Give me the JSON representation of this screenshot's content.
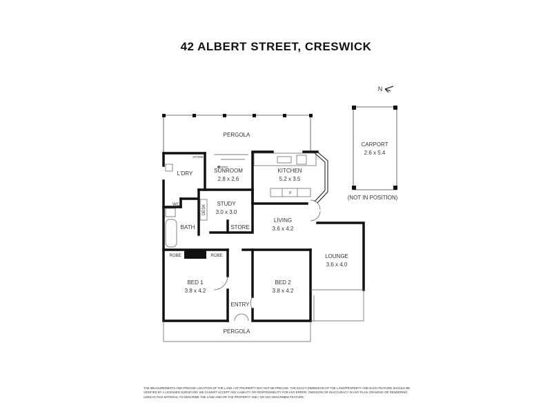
{
  "title": "42 ALBERT STREET, CRESWICK",
  "north_label": "N",
  "rooms": {
    "pergola_top": "PERGOLA",
    "laundry": "L'DRY",
    "laundry_store": "STORE",
    "sunroom": "SUNROOM",
    "sunroom_size": "2.8 x 2.6",
    "kitchen": "KITCHEN",
    "kitchen_size": "5.2 x 3.5",
    "fridge": "F",
    "wc": "WC",
    "study": "STUDY",
    "study_size": "3.0 x 3.0",
    "desk": "DESK",
    "store": "STORE",
    "bath": "BATH",
    "living": "LIVING",
    "living_size": "3.6 x 4.2",
    "robe_left": "ROBE",
    "robe_right": "ROBE",
    "lounge": "LOUNGE",
    "lounge_size": "3.6 x 4.0",
    "bed1": "BED 1",
    "bed1_size": "3.8 x 4.2",
    "bed2": "BED 2",
    "bed2_size": "3.8 x 4.2",
    "entry": "ENTRY",
    "pergola_bottom": "PERGOLA",
    "carport": "CARPORT",
    "carport_size": "2.6 x 5.4",
    "carport_note": "(NOT IN POSITION)"
  },
  "disclaimer": "The measurements and precise location of the land / of property may not be precise.  The exact dimension of the land/property and each feature should be verified by a licensed surveyor.  We cannot accept any liability or responsibility for any error, omission or inaccuracy in any plan, drawing or rendering used in this material to describe the land and or the property and / or any described feature."
}
